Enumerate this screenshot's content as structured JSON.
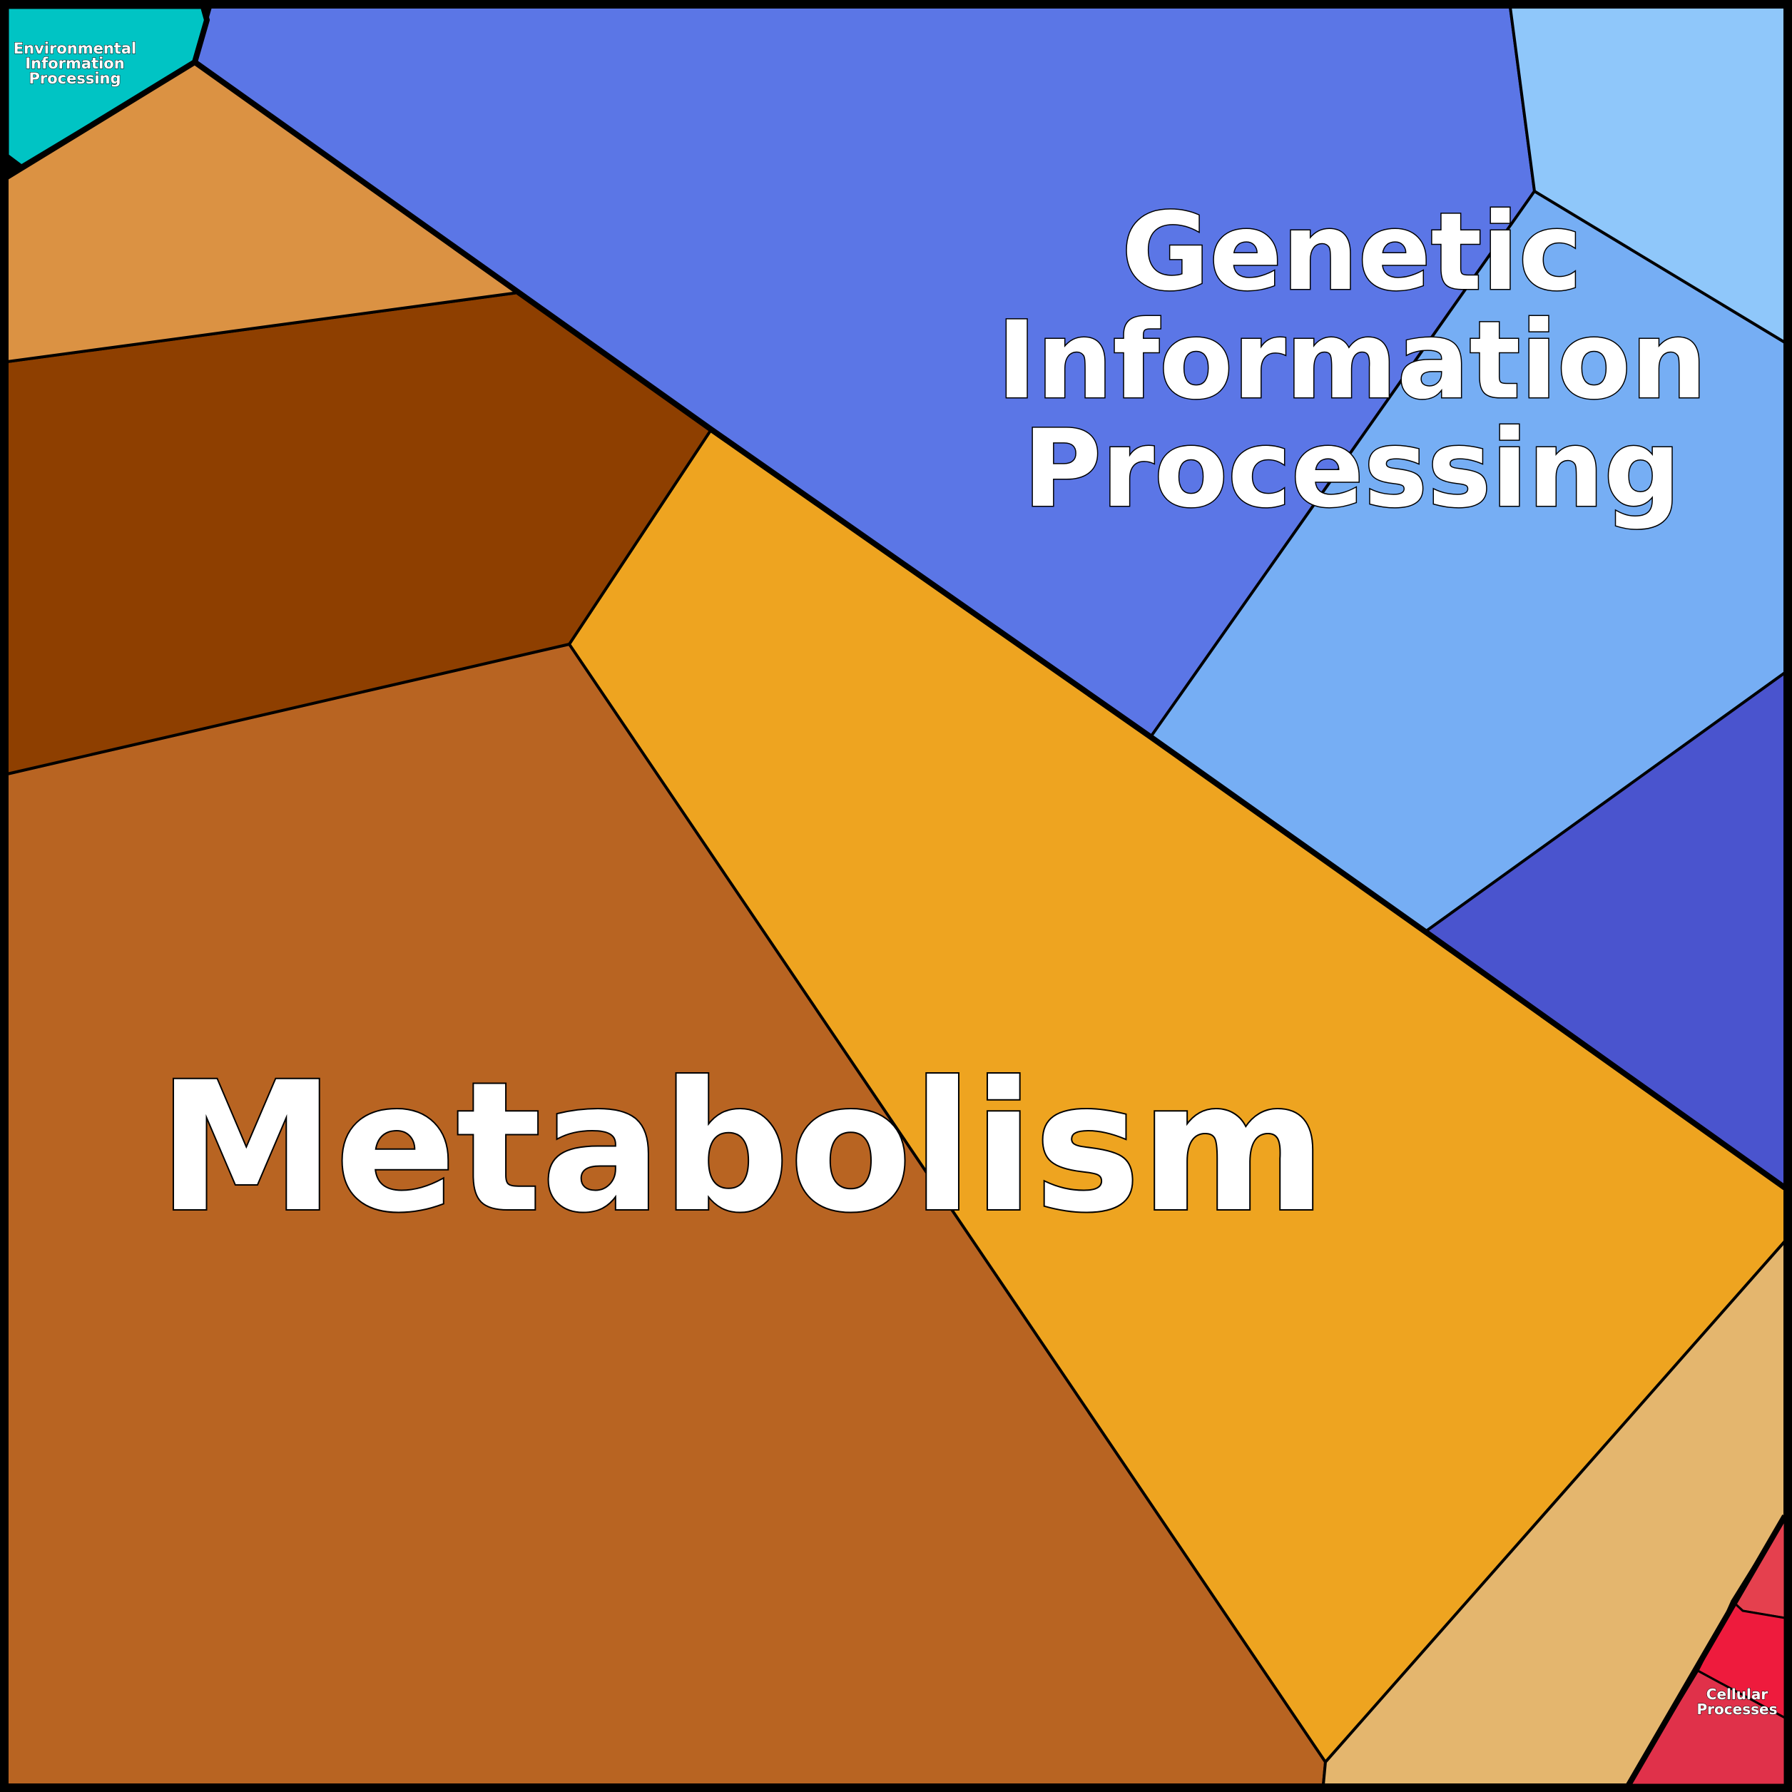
{
  "title": "",
  "colors": {
    "frame": "#000000",
    "label_text": "#ffffff",
    "label_outline": "#000000"
  },
  "categories": {
    "metabolism": {
      "label": "Metabolism",
      "color": "#B86422"
    },
    "genetic": {
      "label_lines": [
        "Genetic",
        "Information",
        "Processing"
      ],
      "color": "#5B76E6"
    },
    "environmental": {
      "label_lines": [
        "Environmental",
        "Information",
        "Processing"
      ],
      "color": "#00C4C4"
    },
    "cellular": {
      "label_lines": [
        "Cellular",
        "Processes"
      ],
      "color": "#EE1B3D"
    }
  },
  "cells": [
    {
      "id": "metabolism-main",
      "category": "metabolism",
      "color": "#B86422"
    },
    {
      "id": "metabolism-amber",
      "category": "metabolism",
      "color": "#EEA420"
    },
    {
      "id": "metabolism-dark-brown",
      "category": "metabolism",
      "color": "#8E3F00"
    },
    {
      "id": "metabolism-light-orange",
      "category": "metabolism",
      "color": "#DB9243"
    },
    {
      "id": "metabolism-tan",
      "category": "metabolism",
      "color": "#E4B66E"
    },
    {
      "id": "genetic-main",
      "category": "genetic",
      "color": "#5B76E6"
    },
    {
      "id": "genetic-sky",
      "category": "genetic",
      "color": "#76AEF4"
    },
    {
      "id": "genetic-pale-sky",
      "category": "genetic",
      "color": "#8FC7FA"
    },
    {
      "id": "genetic-indigo",
      "category": "genetic",
      "color": "#4A54CE"
    },
    {
      "id": "environmental-main",
      "category": "environmental",
      "color": "#00C4C4"
    },
    {
      "id": "cellular-upper",
      "category": "cellular",
      "color": "#E5404E"
    },
    {
      "id": "cellular-middle",
      "category": "cellular",
      "color": "#EE1B3D"
    },
    {
      "id": "cellular-lower",
      "category": "cellular",
      "color": "#E0314A"
    }
  ]
}
